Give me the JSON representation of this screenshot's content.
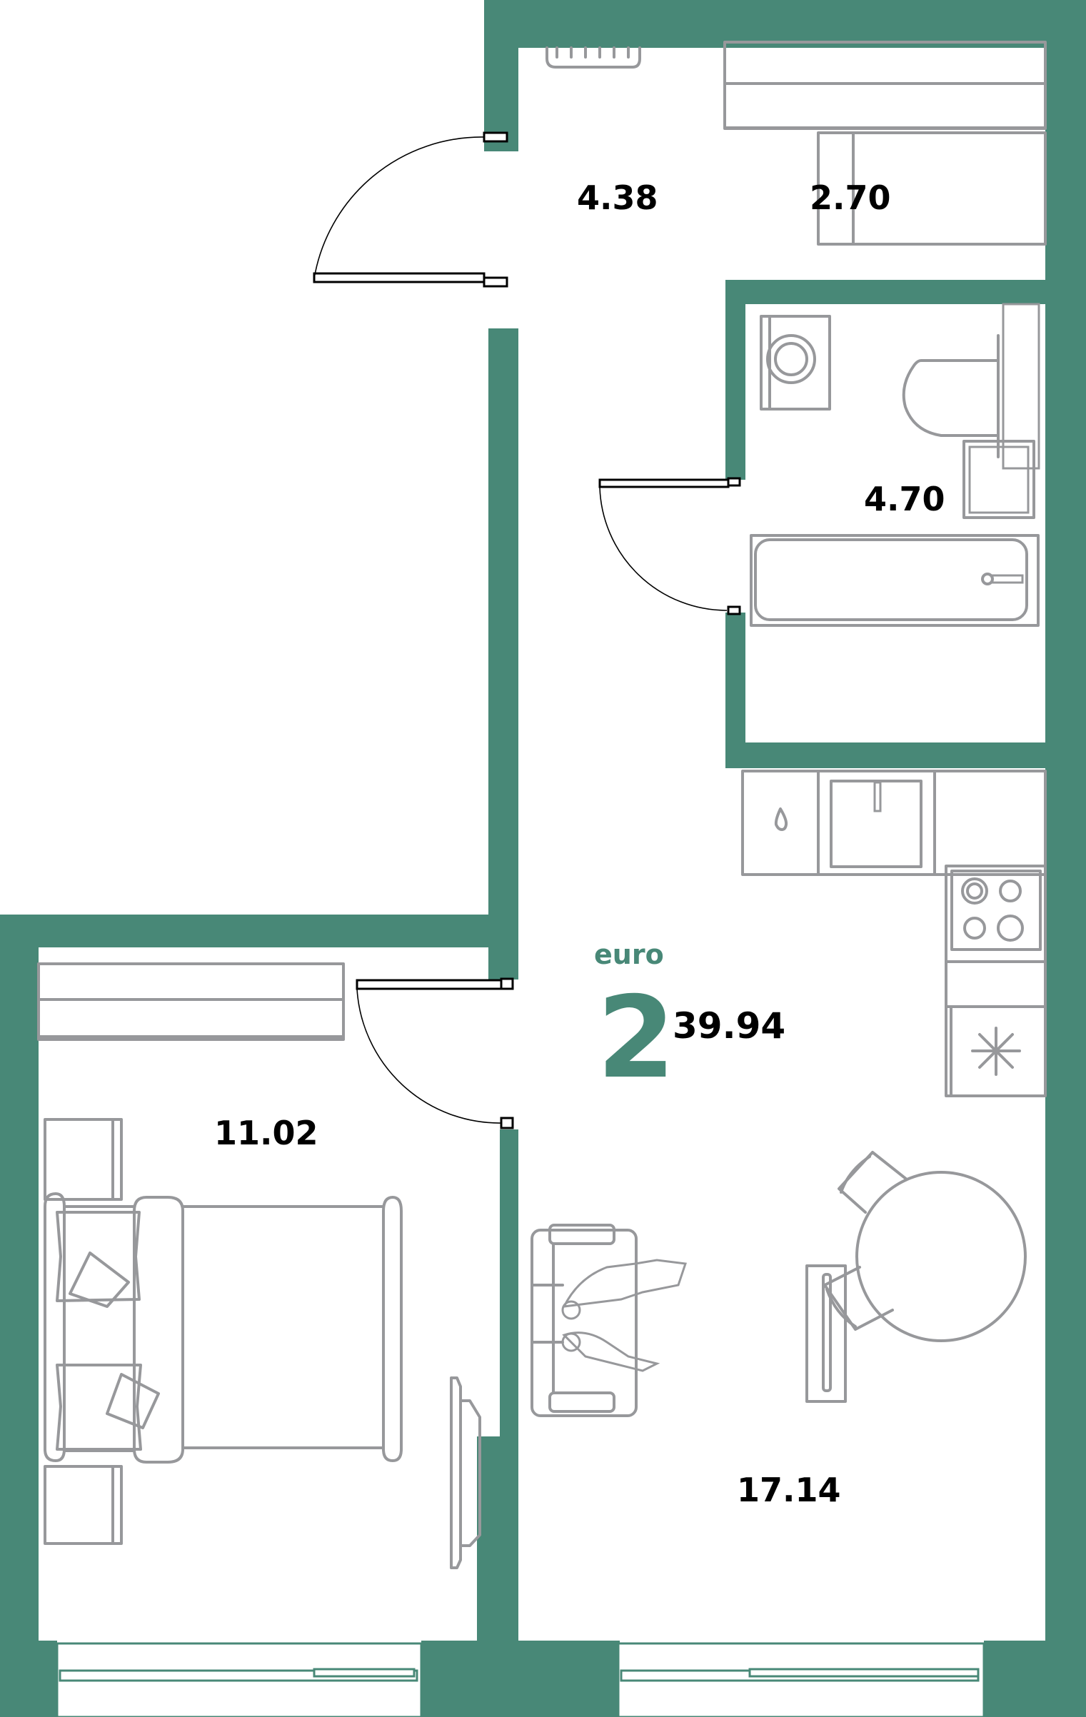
{
  "plan": {
    "type_label": "euro",
    "rooms_count": "2",
    "total_area": "39.94",
    "wall_color": "#488877",
    "furniture_color": "#97989b"
  },
  "rooms": [
    {
      "id": "hallway",
      "area": "4.38"
    },
    {
      "id": "wardrobe",
      "area": "2.70"
    },
    {
      "id": "bathroom",
      "area": "4.70"
    },
    {
      "id": "bedroom",
      "area": "11.02"
    },
    {
      "id": "kitchen-living",
      "area": "17.14"
    }
  ],
  "furniture": {
    "hallway": [
      "shoe-rack"
    ],
    "wardrobe": [
      "hanger-rail-top",
      "hanger-rail-side"
    ],
    "bathroom": [
      "washing-machine",
      "toilet",
      "sink",
      "bathtub"
    ],
    "kitchen": [
      "water-heater",
      "kitchen-sink",
      "stove",
      "refrigerator"
    ],
    "living": [
      "round-table",
      "chair",
      "chair",
      "sofa",
      "people-on-sofa",
      "tv-stand"
    ],
    "bedroom": [
      "wardrobe-rail",
      "nightstand",
      "double-bed",
      "nightstand",
      "tv"
    ]
  }
}
